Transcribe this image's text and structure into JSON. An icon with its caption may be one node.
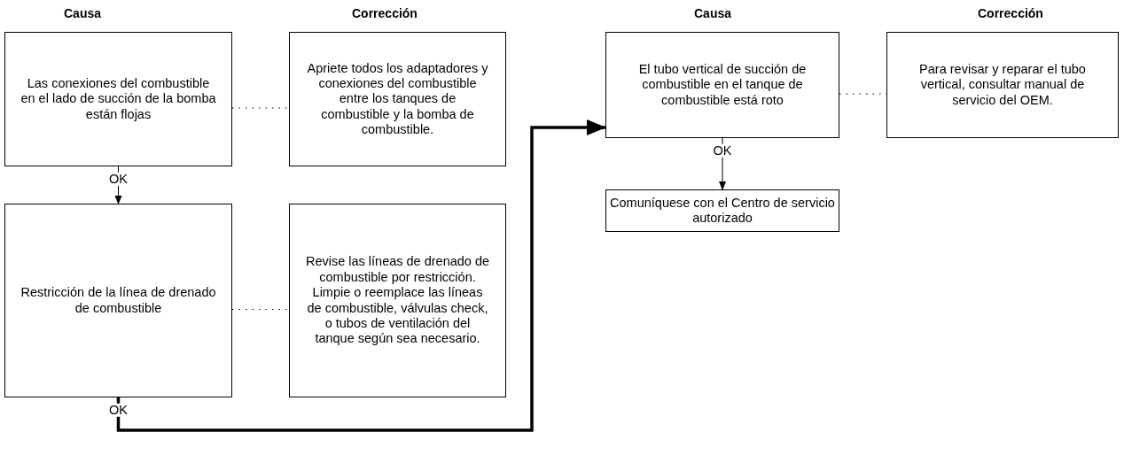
{
  "diagram": {
    "nodes": [
      {
        "text": [
          "Las conexiones del combustible en el lado de succión de la bomba están flojas"
        ]
      },
      {
        "text": [
          "Apriete todos los adaptadores y conexiones del combustible entre los tanques de combustible y la bomba de combustible."
        ]
      },
      {
        "text": [
          "Restricción de la línea de drenado de combustible"
        ]
      },
      {
        "text": [
          "Revise las líneas de drenado de combustible por restricción. Limpie o reemplace las líneas de combustible, válvulas check, o tubos de ventilación del tanque según sea necesario."
        ]
      },
      {
        "text": [
          "El tubo vertical de succión de combustible en el tanque de combustible está roto"
        ]
      },
      {
        "text": [
          "Para revisar y reparar el tubo vertical, consultar manual de servicio del OEM."
        ]
      },
      {
        "text": [
          "Comuníquese con el Centro de servicio autorizado"
        ]
      }
    ],
    "edges": [
      {
        "from": 0,
        "to": 1,
        "arrow": "none",
        "style": "dashed"
      },
      {
        "from": 0,
        "to": 2,
        "arrow": "to",
        "label": "OK"
      },
      {
        "from": 2,
        "to": 3,
        "arrow": "none",
        "style": "dashed"
      },
      {
        "from": 2,
        "to": 4,
        "arrow": "to",
        "label": "OK",
        "style": "thick"
      },
      {
        "from": 4,
        "to": 5,
        "arrow": "none",
        "style": "dashed"
      },
      {
        "from": 4,
        "to": 6,
        "arrow": "to",
        "label": "OK"
      }
    ],
    "labels": [
      "Causa",
      "Corrección",
      "Causa",
      "Corrección"
    ]
  }
}
